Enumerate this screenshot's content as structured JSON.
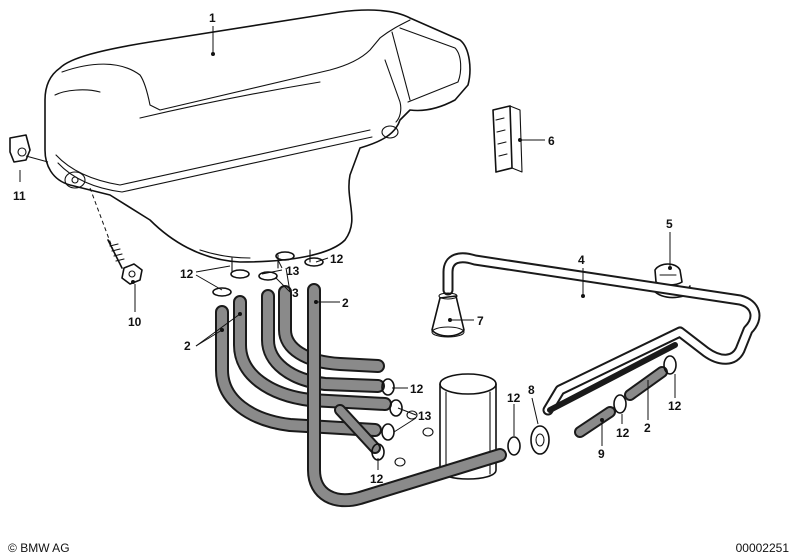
{
  "callouts": [
    {
      "id": "c1",
      "text": "1"
    },
    {
      "id": "c2a",
      "text": "2"
    },
    {
      "id": "c2b",
      "text": "2"
    },
    {
      "id": "c2c",
      "text": "2"
    },
    {
      "id": "c3",
      "text": "3"
    },
    {
      "id": "c4",
      "text": "4"
    },
    {
      "id": "c5",
      "text": "5"
    },
    {
      "id": "c6",
      "text": "6"
    },
    {
      "id": "c7",
      "text": "7"
    },
    {
      "id": "c8",
      "text": "8"
    },
    {
      "id": "c9",
      "text": "9"
    },
    {
      "id": "c10",
      "text": "10"
    },
    {
      "id": "c11",
      "text": "11"
    },
    {
      "id": "c12a",
      "text": "12"
    },
    {
      "id": "c12b",
      "text": "12"
    },
    {
      "id": "c12c",
      "text": "12"
    },
    {
      "id": "c12d",
      "text": "12"
    },
    {
      "id": "c12e",
      "text": "12"
    },
    {
      "id": "c12f",
      "text": "12"
    },
    {
      "id": "c12g",
      "text": "12"
    },
    {
      "id": "c13a",
      "text": "13"
    },
    {
      "id": "c13b",
      "text": "13"
    }
  ],
  "footer": {
    "brand": "BMW AG",
    "copyright_symbol": "©",
    "doc_number": "00002251"
  }
}
